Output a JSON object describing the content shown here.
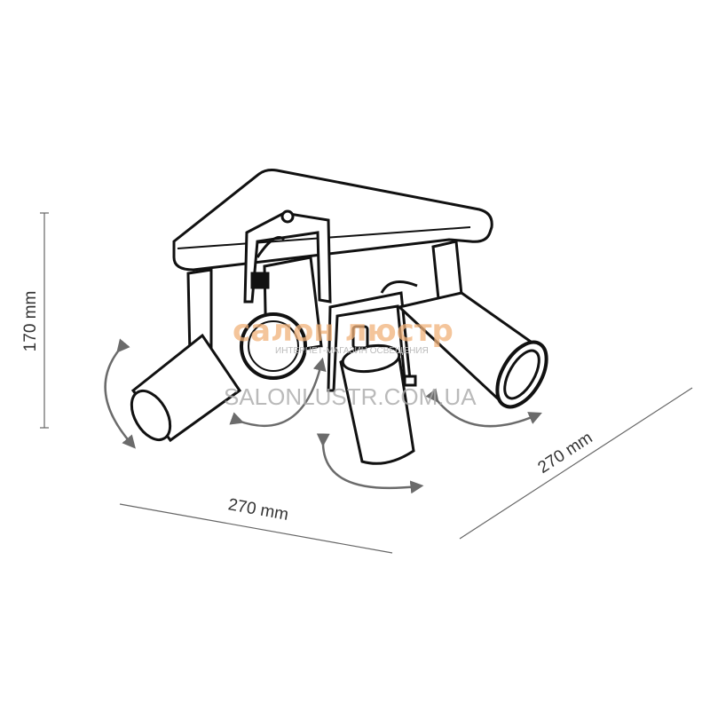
{
  "dimensions": {
    "height": "170 mm",
    "width": "270 mm",
    "depth": "270 mm"
  },
  "watermark": {
    "brand": "салон люстр",
    "tagline": "ИНТЕРНЕТ-МАГАЗИН ОСВЕЩЕНИЯ",
    "url": "SALONLUSTR.COM.UA"
  },
  "colors": {
    "line": "#111111",
    "arrow": "#6b6b6b",
    "dimension": "#555555",
    "watermark": "#f1b27a"
  }
}
